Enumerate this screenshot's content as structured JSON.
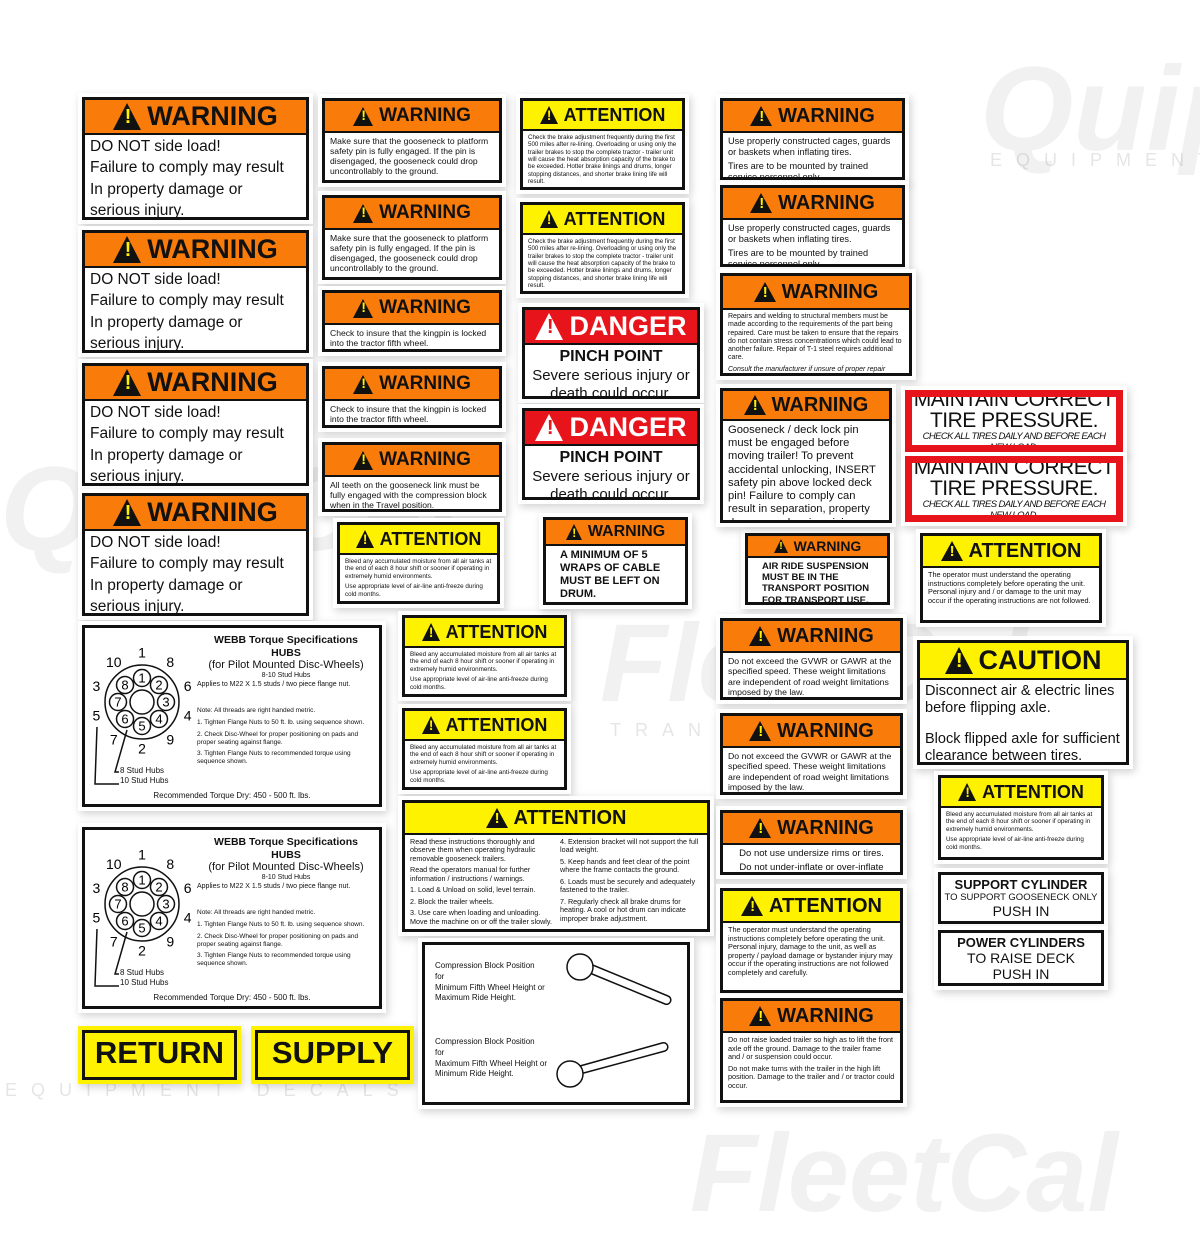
{
  "colors": {
    "warning": "#f97c0a",
    "attention": "#fff200",
    "caution": "#fff200",
    "danger": "#e8141c"
  },
  "watermarks": [
    "Quip",
    "EQUIPMENT",
    "FleetCal",
    "TRANS GRAPHICS",
    "QuipCal",
    "EQUIPMENT DECALS",
    "FleetCal"
  ],
  "decals": [
    {
      "type": "hazard",
      "kind": "warning",
      "title": "WARNING",
      "body": [
        "DO NOT side load!",
        "Failure to comply may result",
        "In property damage or",
        "serious injury."
      ]
    },
    {
      "type": "hazard",
      "kind": "warning",
      "title": "WARNING",
      "body": [
        "DO NOT side load!",
        "Failure to comply may result",
        "In property damage or",
        "serious injury."
      ]
    },
    {
      "type": "hazard",
      "kind": "warning",
      "title": "WARNING",
      "body": [
        "DO NOT side load!",
        "Failure to comply may result",
        "In property damage or",
        "serious injury."
      ]
    },
    {
      "type": "hazard",
      "kind": "warning",
      "title": "WARNING",
      "body": [
        "DO NOT side load!",
        "Failure to comply may result",
        "In property damage or",
        "serious injury."
      ]
    },
    {
      "type": "torque",
      "title": [
        "WEBB Torque Specifications",
        "HUBS",
        "(for Pilot Mounted Disc-Wheels)"
      ],
      "sub": [
        "8-10 Stud Hubs",
        "Applies to M22 X 1.5 studs / two piece flange nut."
      ],
      "notes": [
        "Note: All threads are right handed metric.",
        "1. Tighten Flange Nuts to 50 ft. lb. using sequence shown.",
        "2. Check Disc-Wheel for proper positioning on pads and proper seating against flange.",
        "3. Tighten Flange Nuts to recommended torque using sequence shown."
      ],
      "legend": [
        "8 Stud Hubs",
        "10 Stud Hubs"
      ],
      "footer": "Recommended Torque Dry: 450 - 500 ft. lbs.",
      "inner": [
        "1",
        "2",
        "3",
        "4",
        "5",
        "6",
        "7",
        "8"
      ],
      "outer": [
        "1",
        "8",
        "6",
        "4",
        "9",
        "2",
        "7",
        "5",
        "3",
        "10"
      ]
    },
    {
      "type": "torque",
      "title": [
        "WEBB Torque Specifications",
        "HUBS",
        "(for Pilot Mounted Disc-Wheels)"
      ],
      "sub": [
        "8-10 Stud Hubs",
        "Applies to M22 X 1.5 studs / two piece flange nut."
      ],
      "notes": [
        "Note: All threads are right handed metric.",
        "1. Tighten Flange Nuts to 50 ft. lb. using sequence shown.",
        "2. Check Disc-Wheel for proper positioning on pads and proper seating against flange.",
        "3. Tighten Flange Nuts to recommended torque using sequence shown."
      ],
      "legend": [
        "8 Stud Hubs",
        "10 Stud Hubs"
      ],
      "footer": "Recommended Torque Dry: 450 - 500 ft. lbs.",
      "inner": [
        "1",
        "2",
        "3",
        "4",
        "5",
        "6",
        "7",
        "8"
      ],
      "outer": [
        "1",
        "8",
        "6",
        "4",
        "9",
        "2",
        "7",
        "5",
        "3",
        "10"
      ]
    },
    {
      "type": "label",
      "text": "RETURN"
    },
    {
      "type": "label",
      "text": "SUPPLY"
    },
    {
      "type": "hazard",
      "kind": "warning",
      "title": "WARNING",
      "body": [
        "Make sure that the gooseneck to platform safety pin is fully engaged. If the pin is disengaged, the gooseneck could drop uncontrollably to the ground."
      ]
    },
    {
      "type": "hazard",
      "kind": "warning",
      "title": "WARNING",
      "body": [
        "Make sure that the gooseneck to platform safety pin is fully engaged. If the pin is disengaged, the gooseneck could drop uncontrollably to the ground."
      ]
    },
    {
      "type": "hazard",
      "kind": "warning",
      "title": "WARNING",
      "body": [
        "Check to insure that the kingpin is locked into the tractor fifth wheel."
      ]
    },
    {
      "type": "hazard",
      "kind": "warning",
      "title": "WARNING",
      "body": [
        "Check to insure that the kingpin is locked into the tractor fifth wheel."
      ]
    },
    {
      "type": "hazard",
      "kind": "warning",
      "title": "WARNING",
      "body": [
        "All teeth on the gooseneck link must be fully engaged with the compression block when in the Travel position."
      ]
    },
    {
      "type": "hazard",
      "kind": "attention",
      "title": "ATTENTION",
      "body": [
        "Bleed any accumulated moisture from all air tanks at the end of each 8 hour shift or sooner if operating in extremely humid environments.",
        "Use appropriate level of air-line anti-freeze during cold months."
      ]
    },
    {
      "type": "hazard",
      "kind": "attention",
      "title": "ATTENTION",
      "body": [
        "Bleed any accumulated moisture from all air tanks at the end of each 8 hour shift or sooner if operating in extremely humid environments.",
        "Use appropriate level of air-line anti-freeze during cold months."
      ]
    },
    {
      "type": "hazard",
      "kind": "attention",
      "title": "ATTENTION",
      "body": [
        "Bleed any accumulated moisture from all air tanks at the end of each 8 hour shift or sooner if operating in extremely humid environments.",
        "Use appropriate level of air-line anti-freeze during cold months."
      ]
    },
    {
      "type": "instructions",
      "kind": "attention",
      "title": "ATTENTION",
      "left": [
        "Read these instructions thoroughly and observe them when operating hydraulic removable gooseneck trailers.",
        "Read the operators manual for further information / instructions / warnings.",
        "1. Load & Unload on solid, level terrain.",
        "2. Block the trailer wheels.",
        "3. Use care when loading and unloading. Move the machine on or off the trailer slowly."
      ],
      "right": [
        "4. Extension bracket will not support the full load weight.",
        "5. Keep hands and feet clear of the point where the frame contacts the ground.",
        "6. Loads must be securely and adequately fastened to the trailer.",
        "7. Regularly check all brake drums for heating. A cool or hot drum can indicate improper brake adjustment."
      ]
    },
    {
      "type": "compression",
      "blocks": [
        [
          "Compression Block Position",
          "for",
          "Minimum Fifth Wheel Height or",
          "Maximum Ride Height."
        ],
        [
          "Compression Block Position",
          "for",
          "Maximum Fifth Wheel Height or",
          "Minimum Ride Height."
        ]
      ]
    },
    {
      "type": "hazard",
      "kind": "attention",
      "title": "ATTENTION",
      "body": [
        "Check the brake adjustment frequently during the first 500 miles after re-lining. Overloading or using only the trailer brakes to stop the complete tractor - trailer unit will cause the heat absorption capacity of the brake to be exceeded. Hotter brake linings and drums, longer stopping distances, and shorter brake lining life will result."
      ]
    },
    {
      "type": "hazard",
      "kind": "attention",
      "title": "ATTENTION",
      "body": [
        "Check the brake adjustment frequently during the first 500 miles after re-lining. Overloading or using only the trailer brakes to stop the complete tractor - trailer unit will cause the heat absorption capacity of the brake to be exceeded. Hotter brake linings and drums, longer stopping distances, and shorter brake lining life will result."
      ]
    },
    {
      "type": "hazard",
      "kind": "danger",
      "title": "DANGER",
      "heading": "PINCH POINT",
      "body": [
        "Severe serious injury or death could occur."
      ]
    },
    {
      "type": "hazard",
      "kind": "danger",
      "title": "DANGER",
      "heading": "PINCH POINT",
      "body": [
        "Severe serious injury or death could occur."
      ]
    },
    {
      "type": "hazard",
      "kind": "warning",
      "title": "WARNING",
      "body": [
        "A MINIMUM OF 5 WRAPS OF CABLE MUST BE LEFT ON DRUM."
      ]
    },
    {
      "type": "hazard",
      "kind": "warning",
      "title": "WARNING",
      "body": [
        "AIR RIDE SUSPENSION MUST BE IN THE TRANSPORT POSITION FOR TRANSPORT USE."
      ]
    },
    {
      "type": "hazard",
      "kind": "warning",
      "title": "WARNING",
      "body": [
        "Use properly constructed cages, guards or baskets when inflating tires.",
        "Tires are to be mounted by trained service personnel only."
      ]
    },
    {
      "type": "hazard",
      "kind": "warning",
      "title": "WARNING",
      "body": [
        "Use properly constructed cages, guards or baskets when inflating tires.",
        "Tires are to be mounted by trained service personnel only."
      ]
    },
    {
      "type": "hazard",
      "kind": "warning",
      "title": "WARNING",
      "body": [
        "Repairs and welding to structural members must be made according to the requirements of the part being repaired. Care must be taken to ensure that the repairs do not contain stress concentrations which could lead to another failure. Repair of T-1 steel requires additional care.",
        "Consult the manufacturer if unsure of proper repair proceedures."
      ]
    },
    {
      "type": "hazard",
      "kind": "warning",
      "title": "WARNING",
      "body": [
        "Gooseneck / deck lock pin must be engaged before moving trailer!  To prevent accidental unlocking, INSERT safety pin above locked deck pin! Failure to comply can result in separation, property damage and serious injury."
      ]
    },
    {
      "type": "hazard",
      "kind": "warning",
      "title": "WARNING",
      "body": [
        "Do not exceed the GVWR or GAWR at the specified speed. These weight limitations are independent of road weight limitations imposed by the law."
      ]
    },
    {
      "type": "hazard",
      "kind": "warning",
      "title": "WARNING",
      "body": [
        "Do not exceed the GVWR or GAWR at the specified speed. These weight limitations are independent of road weight limitations imposed by the law."
      ]
    },
    {
      "type": "hazard",
      "kind": "warning",
      "title": "WARNING",
      "body": [
        "Do not use undersize rims or tires.",
        "Do not under-inflate or over-inflate tires."
      ]
    },
    {
      "type": "hazard",
      "kind": "attention",
      "title": "ATTENTION",
      "body": [
        "The operator must understand the operating instructions completely before operating the unit. Personal injury, damage to the unit, as well as property / payload damage or  bystander injury may occur if the operating instructions are not followed completely and carefully."
      ]
    },
    {
      "type": "hazard",
      "kind": "warning",
      "title": "WARNING",
      "body": [
        "Do not raise loaded trailer so high as to lift the front axle off the ground. Damage to the trailer frame and / or suspension could occur.",
        "Do not make turns with the trailer in the high lift position. Damage to the trailer and / or tractor could occur."
      ]
    },
    {
      "type": "maintain",
      "lines": [
        "MAINTAIN CORRECT",
        "TIRE PRESSURE."
      ],
      "sub": "CHECK ALL TIRES DAILY AND BEFORE EACH NEW LOAD."
    },
    {
      "type": "maintain",
      "lines": [
        "MAINTAIN CORRECT",
        "TIRE PRESSURE."
      ],
      "sub": "CHECK ALL TIRES DAILY AND BEFORE EACH NEW LOAD."
    },
    {
      "type": "hazard",
      "kind": "attention",
      "title": "ATTENTION",
      "body": [
        "The operator must understand the operating instructions completely before operating the unit. Personal injury and / or damage to the unit may occur if the operating instructions are not followed."
      ]
    },
    {
      "type": "hazard",
      "kind": "caution",
      "title": "CAUTION",
      "body": [
        "Disconnect air & electric lines before flipping axle.",
        "Block flipped axle for sufficient clearance between tires."
      ]
    },
    {
      "type": "hazard",
      "kind": "attention",
      "title": "ATTENTION",
      "body": [
        "Bleed any accumulated moisture from all air tanks at the end of each 8 hour shift or sooner if operating in extremely humid environments.",
        "Use appropriate level of air-line anti-freeze during cold months."
      ]
    },
    {
      "type": "plain",
      "lines": [
        "SUPPORT CYLINDER",
        "TO SUPPORT GOOSENECK ONLY",
        "PUSH IN"
      ]
    },
    {
      "type": "plain",
      "lines": [
        "POWER CYLINDERS",
        "TO RAISE DECK",
        "PUSH IN"
      ]
    }
  ]
}
